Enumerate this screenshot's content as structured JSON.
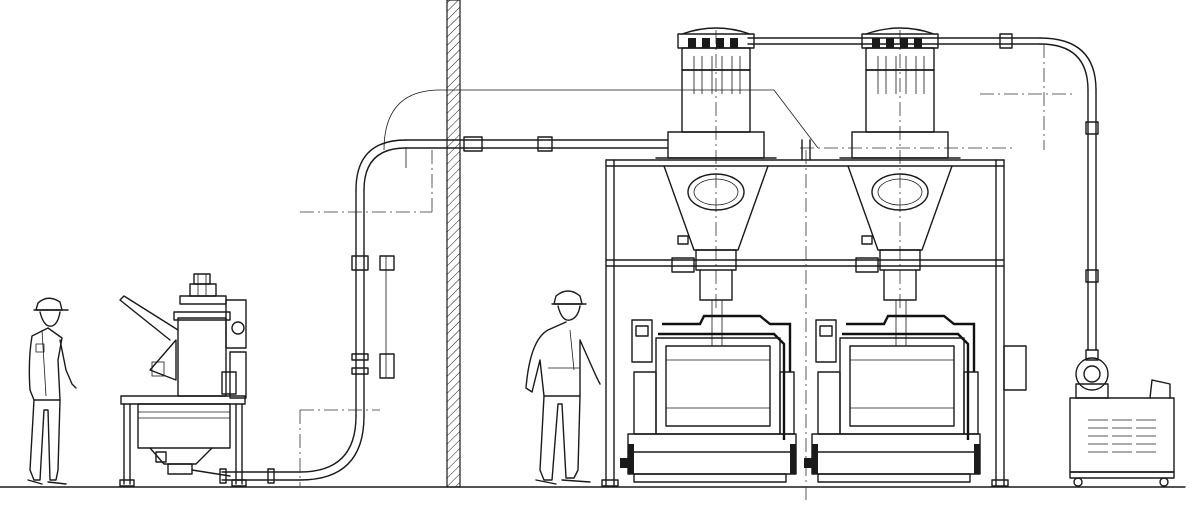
{
  "colors": {
    "line": "#1a1a1a",
    "background": "#ffffff"
  },
  "components": [
    {
      "id": "operator-left",
      "kind": "operator-figure"
    },
    {
      "id": "bag-dump-station",
      "kind": "feeding-station"
    },
    {
      "id": "conveying-pipe",
      "kind": "pneumatic-pipeline"
    },
    {
      "id": "building-column",
      "kind": "wall"
    },
    {
      "id": "operator-center",
      "kind": "operator-figure"
    },
    {
      "id": "cyclone-receiver-1",
      "kind": "vacuum-receiver"
    },
    {
      "id": "cyclone-receiver-2",
      "kind": "vacuum-receiver"
    },
    {
      "id": "steel-frame",
      "kind": "support-structure"
    },
    {
      "id": "mixer-1",
      "kind": "mixer-machine"
    },
    {
      "id": "mixer-2",
      "kind": "mixer-machine"
    },
    {
      "id": "vacuum-blower-unit",
      "kind": "blower-unit"
    }
  ]
}
